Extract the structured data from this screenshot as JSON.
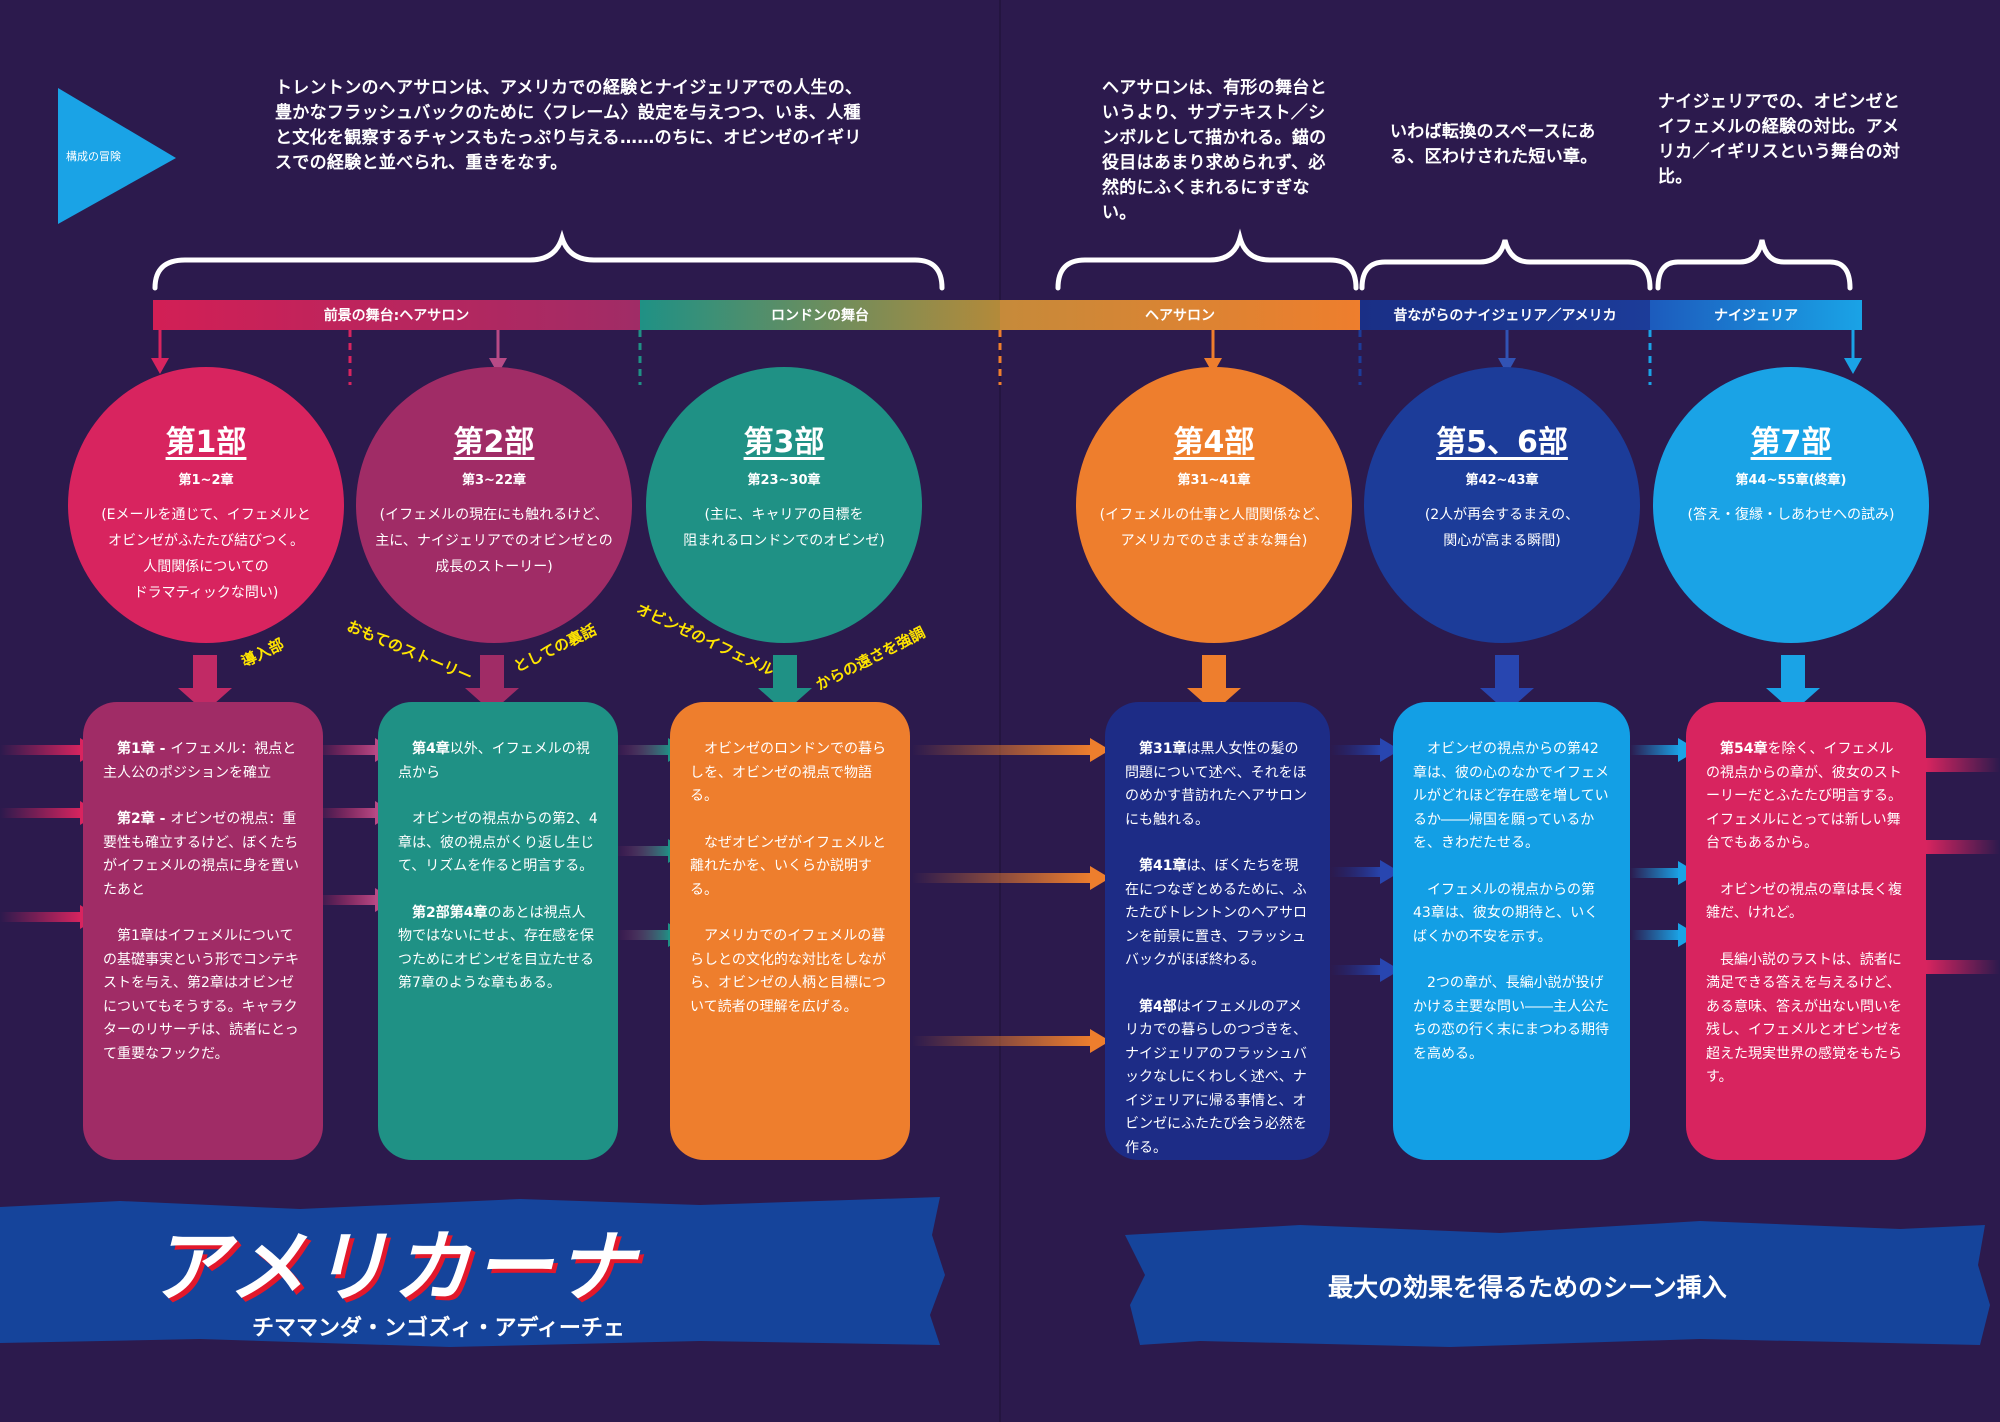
{
  "intro": {
    "label": "構成の冒険",
    "texts": [
      "トレントンのヘアサロンは、アメリカでの経験とナイジェリアでの人生の、豊かなフラッシュバックのために〈フレーム〉設定を与えつつ、いま、人種と文化を観察するチャンスもたっぷり与える……のちに、オビンゼのイギリスでの経験と並べられ、重きをなす。",
      "ヘアサロンは、有形の舞台というより、サブテキスト／シンボルとして描かれる。錨の役目はあまり求められず、必然的にふくまれるにすぎない。",
      "いわば転換のスペースにある、区わけされた短い章。",
      "ナイジェリアでの、オビンゼとイフェメルの経験の対比。アメリカ／イギリスという舞台の対比。"
    ]
  },
  "bar": [
    "前景の舞台:ヘアサロン",
    "ロンドンの舞台",
    "ヘアサロン",
    "昔ながらのナイジェリア／アメリカ",
    "ナイジェリア"
  ],
  "parts": [
    {
      "title": "第1部",
      "chapters": "第1~2章",
      "desc": "(Eメールを通じて、イフェメルと\nオビンゼがふたたび結びつく。\n人間関係についての\nドラマティックな問い)"
    },
    {
      "title": "第2部",
      "chapters": "第3~22章",
      "desc": "(イフェメルの現在にも触れるけど、\n主に、ナイジェリアでのオビンゼとの\n成長のストーリー)"
    },
    {
      "title": "第3部",
      "chapters": "第23~30章",
      "desc": "(主に、キャリアの目標を\n阻まれるロンドンでのオビンゼ)"
    },
    {
      "title": "第4部",
      "chapters": "第31~41章",
      "desc": "(イフェメルの仕事と人間関係など、\nアメリカでのさまざまな舞台)"
    },
    {
      "title": "第5、6部",
      "chapters": "第42~43章",
      "desc": "(2人が再会するまえの、\n関心が高まる瞬間)"
    },
    {
      "title": "第7部",
      "chapters": "第44~55章(終章)",
      "desc": "(答え・復縁・しあわせへの試み)"
    }
  ],
  "labels": {
    "intro_part": "導入部",
    "story_a": "おもてのストーリー",
    "story_b": "としての裏話",
    "obinze_a": "オビンゼのイフェメル",
    "obinze_b": "からの遠さを強調"
  },
  "boxes": [
    [
      [
        "第1章 - ",
        "イフェメル：視点と主人公のポジションを確立"
      ],
      [
        "第2章 - ",
        "オビンゼの視点：重要性も確立するけど、ぼくたちがイフェメルの視点に身を置いたあと"
      ],
      [
        "",
        "第1章はイフェメルについての基礎事実という形でコンテキストを与え、第2章はオビンゼについてもそうする。キャラクターのリサーチは、読者にとって重要なフックだ。"
      ]
    ],
    [
      [
        "第4章",
        "以外、イフェメルの視点から"
      ],
      [
        "",
        "オビンゼの視点からの第2、4章は、彼の視点がくり返し生じて、リズムを作ると明言する。"
      ],
      [
        "第2部第4章",
        "のあとは視点人物ではないにせよ、存在感を保つためにオビンゼを目立たせる第7章のような章もある。"
      ]
    ],
    [
      [
        "",
        "オビンゼのロンドンでの暮らしを、オビンゼの視点で物語る。"
      ],
      [
        "",
        "なぜオビンゼがイフェメルと離れたかを、いくらか説明する。"
      ],
      [
        "",
        "アメリカでのイフェメルの暮らしとの文化的な対比をしながら、オビンゼの人柄と目標について読者の理解を広げる。"
      ]
    ],
    [
      [
        "第31章",
        "は黒人女性の髪の問題について述べ、それをほのめかす昔訪れたヘアサロンにも触れる。"
      ],
      [
        "第41章",
        "は、ぼくたちを現在につなぎとめるために、ふたたびトレントンのヘアサロンを前景に置き、フラッシュバックがほぼ終わる。"
      ],
      [
        "第4部",
        "はイフェメルのアメリカでの暮らしのつづきを、ナイジェリアのフラッシュバックなしにくわしく述べ、ナイジェリアに帰る事情と、オビンゼにふたたび会う必然を作る。"
      ]
    ],
    [
      [
        "",
        "オビンゼの視点からの第42章は、彼の心のなかでイフェメルがどれほど存在感を増しているか――帰国を願っているかを、きわだたせる。"
      ],
      [
        "",
        "イフェメルの視点からの第43章は、彼女の期待と、いくばくかの不安を示す。"
      ],
      [
        "",
        "2つの章が、長編小説が投げかける主要な問い――主人公たちの恋の行く末にまつわる期待を高める。"
      ]
    ],
    [
      [
        "第54章",
        "を除く、イフェメルの視点からの章が、彼女のストーリーだとふたたび明言する。イフェメルにとっては新しい舞台でもあるから。"
      ],
      [
        "",
        "オビンゼの視点の章は長く複雑だ、けれど。"
      ],
      [
        "",
        "長編小説のラストは、読者に満足できる答えを与えるけど、ある意味、答えが出ない問いを残し、イフェメルとオビンゼを超えた現実世界の感覚をもたらす。"
      ]
    ]
  ],
  "footer": {
    "title": "アメリカーナ",
    "author": "チママンダ・ンゴズィ・アディーチェ",
    "right": "最大の効果を得るためのシーン挿入"
  },
  "colors": {
    "background": "#2c1a4d",
    "part1": "#d8245f",
    "part2": "#a02c66",
    "part3": "#1f9185",
    "part4": "#ee7e2d",
    "part56": "#1c3c99",
    "part7": "#1aa3e6",
    "box1": "#a02c66",
    "box2": "#1f9185",
    "box3": "#ee7e2d",
    "box4": "#1d2c86",
    "box5": "#139fe5",
    "box6": "#d8245f",
    "footer": "#15449b",
    "accent_yellow": "#ffe500"
  }
}
